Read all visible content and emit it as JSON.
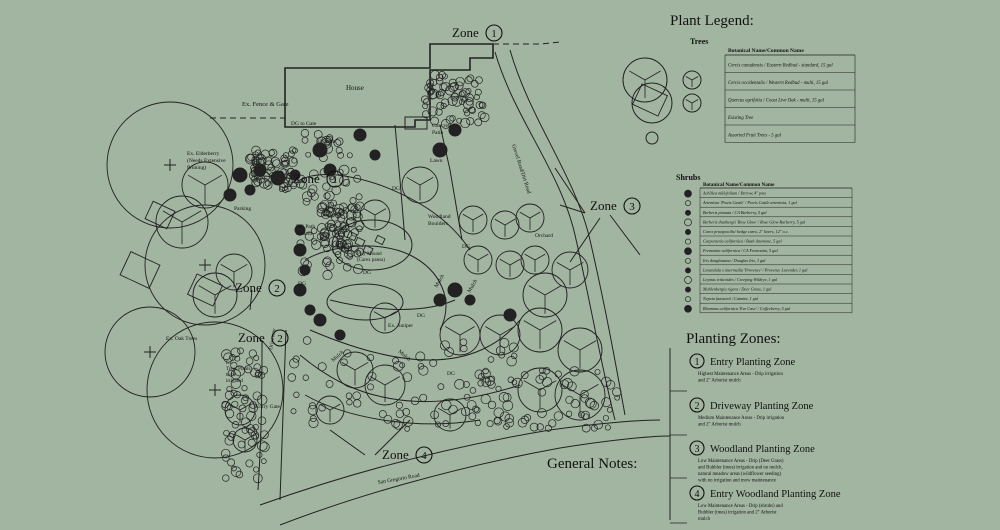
{
  "plan": {
    "zone_word": "Zone",
    "zone_labels": [
      {
        "num": "1"
      },
      {
        "num": "1"
      },
      {
        "num": "2"
      },
      {
        "num": "2"
      },
      {
        "num": "3"
      },
      {
        "num": "4"
      }
    ],
    "labels": {
      "house": "House",
      "fence_gate": "Ex. Fence & Gate",
      "dg_to_gate": "DG to Gate",
      "concrete_patio": "Concrete Patio",
      "birdbath": "Birdbath",
      "lawn": "Lawn",
      "elderberry": [
        "Ex. Elderberry",
        "(Needs Extensive",
        "Pruning)"
      ],
      "parking": "Parking",
      "dg_path": [
        "DG Path",
        "System"
      ],
      "woodland_boulders": [
        "Woodland",
        "Boulders"
      ],
      "play_mound": [
        "Play Mound",
        "(Carex pansa)"
      ],
      "orchard": "Orchard",
      "oak_trees": "Ex. Oak Trees",
      "ex_trees": [
        "Ex.",
        "Trees Plants",
        "to be",
        "irrigated"
      ],
      "driveway": "Driveway",
      "entry_gate": "Entry Gate",
      "ex_juniper": "Ex. Juniper",
      "mulch_1": "Mulch",
      "mulch_2": "Mulch",
      "mulch_3": "Mulch",
      "mulch_4": "Mulch",
      "dg_1": "DG",
      "dg_2": "DG",
      "dg_3": "DG",
      "dg_4": "DG",
      "dg_5": "DG",
      "dg_6": "DG",
      "road_edge": "Grevel Road/Dirt Road",
      "san_gregorio": "San Gregorio Road"
    }
  },
  "legend": {
    "title": "Plant Legend:",
    "trees_heading": "Trees",
    "trees_col": "Botanical Name/Common Name",
    "trees": [
      "Cercis canadensis / Eastern Redbud - standard, 15 gal",
      "Cercis occidentalis / Western Redbud - multi, 15 gal",
      "Quercus agrifolia / Coast Live Oak - multi, 15 gal",
      "Existing Tree",
      "Assorted Fruit Trees - 5 gal"
    ],
    "shrubs_heading": "Shrubs",
    "shrubs_col": "Botanical Name/Common Name",
    "shrubs": [
      "Achillea millefolium / Yarrow, 4\" pots",
      "Artemisia 'Powis Castle' / Powis Castle artemisia, 1 gal",
      "Berberis pinnata / CA Barberry, 5 gal",
      "Berberis thunbergii 'Rose Glow' / Rose Glow Barberry, 5 gal",
      "Carex praegracilis/ hedge carex, 2\" liners, 12\" o.c.",
      "Carpenteria californica / Bush Anemone, 5 gal",
      "Fremontia californica / CA Fremontia, 5 gal",
      "Iris douglasiana / Douglas Iris, 1 gal",
      "Lavandula x intermedia 'Provence' / Provence Lavender, 1 gal",
      "Leymus triticoides / Creeping Wildrye, 1 gal",
      "Muhlenbergia rigens / Deer Grass, 1 gal",
      "Nepeta faassenii / Catmint, 1 gal",
      "Rhamnus californica 'Eve Case' / Coffeeberry, 5 gal"
    ]
  },
  "zones": {
    "title": "Planting Zones:",
    "items": [
      {
        "num": "1",
        "name": "Entry Planting Zone",
        "desc": [
          "Highest Maintenance Areas - Drip irrigation",
          "and 2\" Arborist mulch"
        ]
      },
      {
        "num": "2",
        "name": "Driveway Planting Zone",
        "desc": [
          "Medium Maintenance Areas - Drip irrigation",
          "and 2\" Arborist mulch"
        ]
      },
      {
        "num": "3",
        "name": "Woodland Planting Zone",
        "desc": [
          "Low Maintenance Areas - Drip (Deer Grass)",
          "and Bubbler (trees) irrigation and no mulch,",
          "natural meadow areas (wildflower seeding)",
          "with no irrigation and mow maintenance"
        ]
      },
      {
        "num": "4",
        "name": "Entry Woodland Planting Zone",
        "desc": [
          "Low Maintenance Areas - Drip (shrubs) and",
          "Bubbler (trees) irrigation and 2\" Arborist",
          "mulch"
        ]
      }
    ]
  },
  "notes": {
    "title": "General Notes:"
  }
}
